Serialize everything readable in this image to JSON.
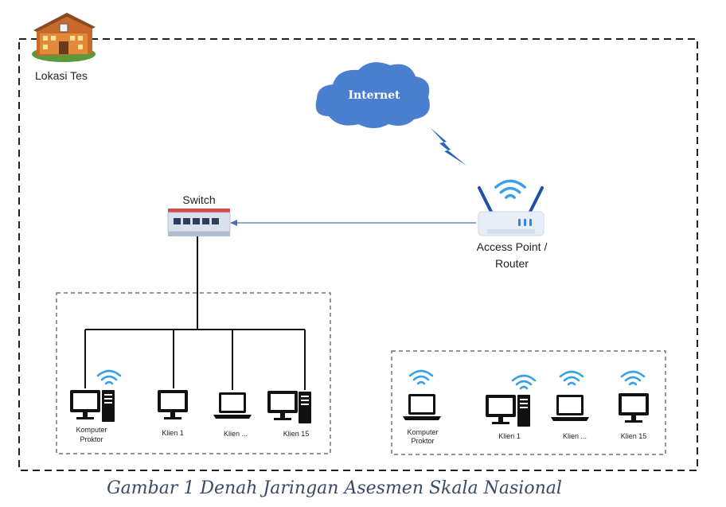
{
  "location": {
    "label": "Lokasi Tes"
  },
  "internet": {
    "label": "Internet"
  },
  "switch": {
    "label": "Switch"
  },
  "router": {
    "label_line1": "Access Point /",
    "label_line2": "Router"
  },
  "wired_group": {
    "proctor_line1": "Komputer",
    "proctor_line2": "Proktor",
    "client1": "Klien 1",
    "client_dots": "Klien ...",
    "client15": "Klien 15"
  },
  "wireless_group": {
    "proctor_line1": "Komputer",
    "proctor_line2": "Proktor",
    "client1": "Klien 1",
    "client_dots": "Klien ...",
    "client15": "Klien 15"
  },
  "caption": "Gambar 1 Denah Jaringan Asesmen Skala Nasional",
  "colors": {
    "cloud": "#4a7fd0",
    "wifi": "#3aa0e6",
    "device": "#111111",
    "link": "#4a6fb0",
    "lightning": "#2a66b8"
  }
}
